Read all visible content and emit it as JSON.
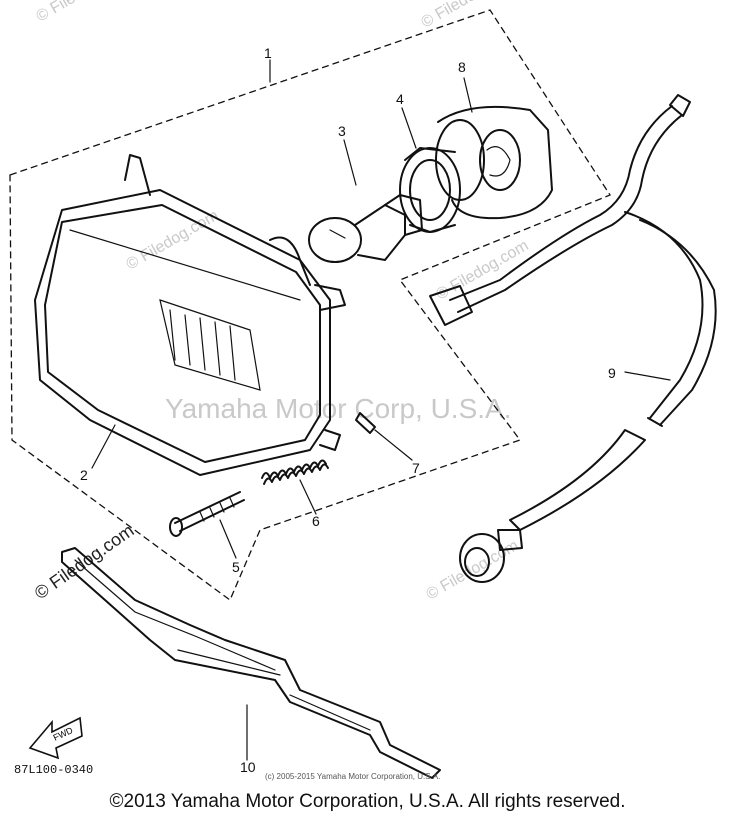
{
  "watermarks": {
    "center": "Yamaha Motor Corp, U.S.A.",
    "filedog": "© Filedog.com"
  },
  "callouts": [
    "1",
    "2",
    "3",
    "4",
    "5",
    "6",
    "7",
    "8",
    "9",
    "10"
  ],
  "fwd_label": "FWD",
  "part_code": "87L100-0340",
  "small_copyright": "(c) 2005-2015 Yamaha Motor Corporation, U.S.A.",
  "copyright": "©2013 Yamaha Motor Corporation, U.S.A. All rights reserved."
}
